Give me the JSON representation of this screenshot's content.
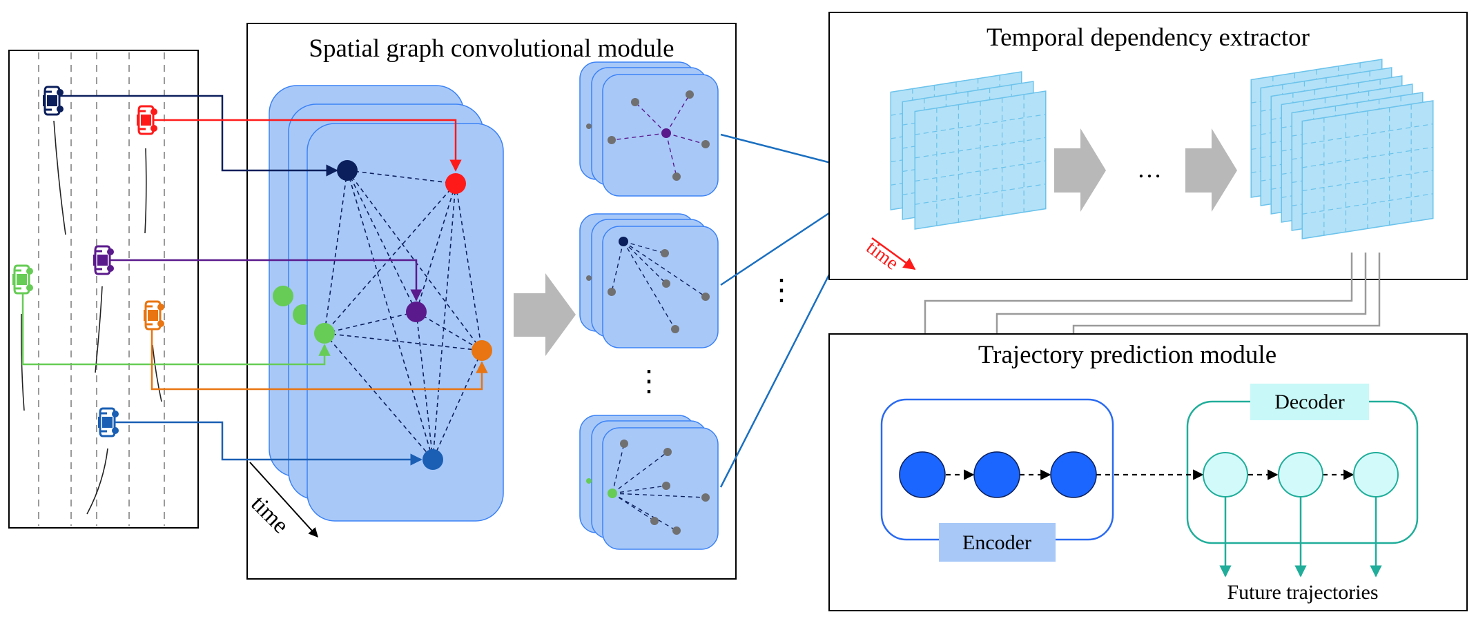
{
  "modules": {
    "spatial": {
      "title": "Spatial graph convolutional module",
      "time_label": "time"
    },
    "temporal": {
      "title": "Temporal dependency extractor",
      "time_label": "time",
      "ellipsis": "…"
    },
    "trajectory": {
      "title": "Trajectory prediction module",
      "encoder_label": "Encoder",
      "decoder_label": "Decoder",
      "output_label": "Future trajectories"
    }
  },
  "vehicles": [
    {
      "id": "navy",
      "color": "#0b1f5c"
    },
    {
      "id": "red",
      "color": "#ff1a1a"
    },
    {
      "id": "purple",
      "color": "#5b1a8c"
    },
    {
      "id": "green",
      "color": "#66cc55"
    },
    {
      "id": "orange",
      "color": "#e87511"
    },
    {
      "id": "blue",
      "color": "#1a5fb4"
    }
  ],
  "colors": {
    "graph_panel_fill": "#a8c8f8",
    "graph_panel_stroke": "#3b82f6",
    "connector_arrow": "#1a6fc0",
    "block_arrow": "#b8b8b8",
    "feature_map_fill": "#b3e1f7",
    "feature_map_stroke": "#6cc3ec",
    "encoder_node": "#1a66ff",
    "encoder_frame": "#2a6af0",
    "encoder_label_bg": "#a8c8f8",
    "decoder_node": "#d2fafa",
    "decoder_frame": "#20ad9a",
    "decoder_label_bg": "#c8f8f8",
    "gray_line": "#9a9a9a",
    "gray_node": "#707070"
  },
  "ellipsis_vertical": "⋮"
}
